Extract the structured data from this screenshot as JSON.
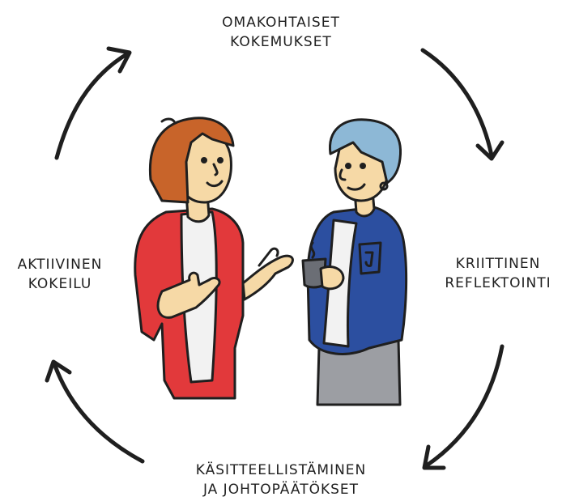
{
  "cycle": {
    "stages": [
      {
        "id": "top",
        "lines": [
          "OMAKOHTAISET",
          "KOKEMUKSET"
        ]
      },
      {
        "id": "right",
        "lines": [
          "KRIITTINEN",
          "REFLEKTOINTI"
        ]
      },
      {
        "id": "bottom",
        "lines": [
          "KÄSITTEELLISTÄMINEN",
          "JA JOHTOPÄÄTÖKSET"
        ]
      },
      {
        "id": "left",
        "lines": [
          "AKTIIVINEN",
          "KOKEILU"
        ]
      }
    ]
  },
  "colors": {
    "stroke": "#1f1f1f",
    "hair_left": "#c8642a",
    "cardigan": "#e2393b",
    "shirt": "#f2f2f2",
    "skin": "#f6d9a6",
    "hair_right": "#8db8d6",
    "jacket": "#2c4fa0",
    "trousers": "#9c9ea3",
    "mug": "#6b6e75"
  }
}
